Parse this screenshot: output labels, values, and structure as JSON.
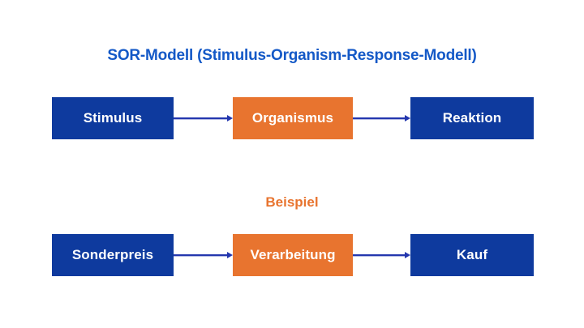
{
  "title": "SOR-Modell (Stimulus-Organism-Response-Modell)",
  "example_heading": "Beispiel",
  "colors": {
    "background": "#ffffff",
    "title_blue": "#1459c7",
    "heading_orange": "#e8742f",
    "box_blue": "#0e3a9e",
    "box_orange": "#e8742f",
    "arrow_blue": "#2336ae",
    "box_text": "#ffffff"
  },
  "diagram": {
    "rows": [
      {
        "name": "model-row",
        "boxes": [
          {
            "label": "Stimulus",
            "color": "blue"
          },
          {
            "label": "Organismus",
            "color": "orange"
          },
          {
            "label": "Reaktion",
            "color": "blue"
          }
        ]
      },
      {
        "name": "example-row",
        "boxes": [
          {
            "label": "Sonderpreis",
            "color": "blue"
          },
          {
            "label": "Verarbeitung",
            "color": "orange"
          },
          {
            "label": "Kauf",
            "color": "blue"
          }
        ]
      }
    ],
    "connections": [
      {
        "from": "Stimulus",
        "to": "Organismus"
      },
      {
        "from": "Organismus",
        "to": "Reaktion"
      },
      {
        "from": "Sonderpreis",
        "to": "Verarbeitung"
      },
      {
        "from": "Verarbeitung",
        "to": "Kauf"
      }
    ]
  }
}
